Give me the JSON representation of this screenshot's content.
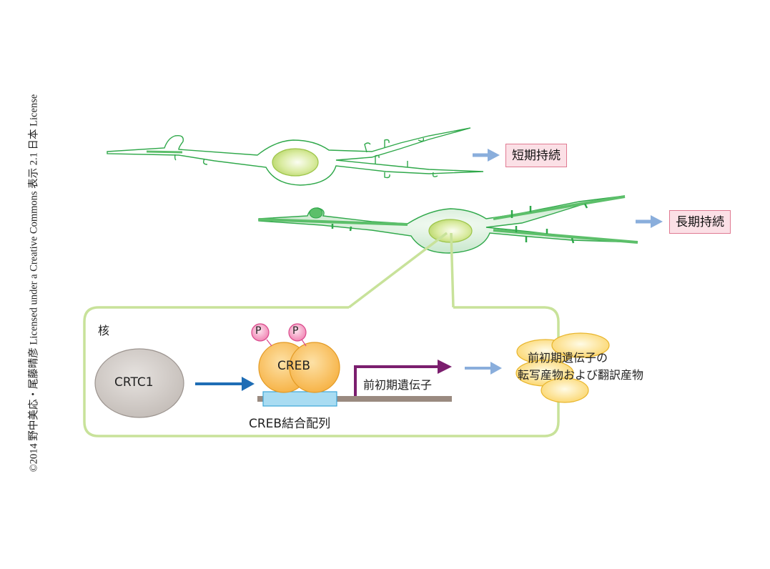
{
  "credit": "©2014 野中美応・尾藤晴彦 Licensed under a Creative Commons 表示 2.1 日本 License",
  "neurons": {
    "short_term": {
      "outcome_label": "短期持続"
    },
    "long_term": {
      "outcome_label": "長期持続"
    }
  },
  "nucleus_panel": {
    "title": "核",
    "crtc1_label": "CRTC1",
    "creb_label": "CREB",
    "phospho_label": "P",
    "binding_site_label": "CREB結合配列",
    "gene_label": "前初期遺伝子",
    "products_label_line1": "前初期遺伝子の",
    "products_label_line2": "転写産物および翻訳産物"
  },
  "colors": {
    "neuron_outline": "#2fa84a",
    "neuron_fill": "#7cc98a",
    "nucleus_fill": "#c6de7a",
    "panel_border": "#c8e29a",
    "outcome_arrow": "#8aaedc",
    "crtc1_arrow": "#1f6db5",
    "gene_arrow": "#7b1e6e",
    "dna": "#9a8a80",
    "binding_site": "#a9dcf2",
    "creb": "#f7b748",
    "phospho": "#f08cb6",
    "products": "#fbd45a",
    "label_box_bg": "#fbe0e6",
    "label_box_border": "#e07a92"
  }
}
